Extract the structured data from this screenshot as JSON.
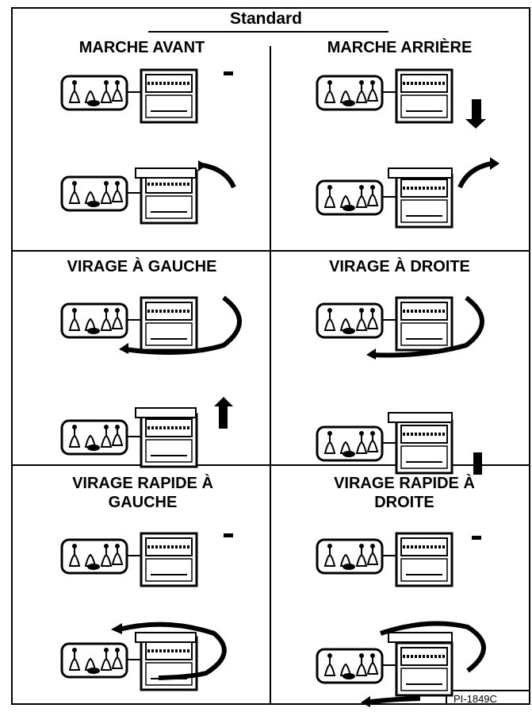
{
  "title": "Standard",
  "cells": [
    {
      "heading": "MARCHE AVANT"
    },
    {
      "heading": "MARCHE ARRIÈRE"
    },
    {
      "heading": "VIRAGE À GAUCHE"
    },
    {
      "heading": "VIRAGE À DROITE"
    },
    {
      "heading": "VIRAGE RAPIDE À GAUCHE"
    },
    {
      "heading": "VIRAGE RAPIDE À DROITE"
    }
  ],
  "reference": "PI-1849C"
}
